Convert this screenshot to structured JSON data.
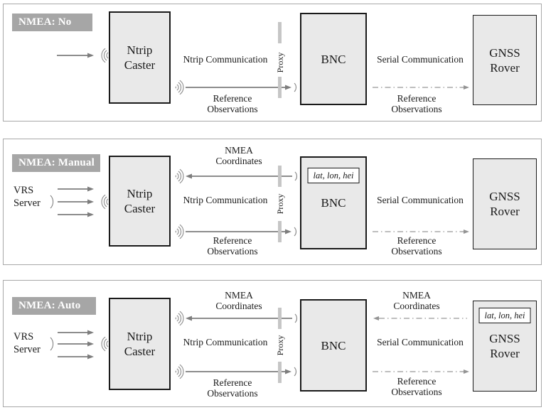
{
  "colors": {
    "panel_border": "#a8a8a8",
    "node_fill": "#e9e9e9",
    "node_border": "#1a1a1a",
    "badge_bg": "#a6a6a6",
    "badge_text": "#ffffff",
    "solid_arrow": "#7d7d7d",
    "dash_dot_arrow": "#979797",
    "proxy_bar": "#c6c6c6",
    "wifi_icon": "#8a8a8a"
  },
  "panels": [
    {
      "badge": "NMEA: No",
      "caster": "Ntrip Caster",
      "bnc": "BNC",
      "rover": "GNSS Rover",
      "proxy": "Proxy",
      "ntrip_link": "Ntrip Communication",
      "serial_link": "Serial Communication",
      "ref_obs_left": "Reference Observations",
      "ref_obs_right": "Reference Observations"
    },
    {
      "badge": "NMEA: Manual",
      "vrs": "VRS Server",
      "caster": "Ntrip Caster",
      "bnc": "BNC",
      "bnc_coords": "lat, lon, hei",
      "rover": "GNSS Rover",
      "proxy": "Proxy",
      "nmea_coords_left": "NMEA Coordinates",
      "ntrip_link": "Ntrip Communication",
      "serial_link": "Serial Communication",
      "ref_obs_left": "Reference Observations",
      "ref_obs_right": "Reference Observations"
    },
    {
      "badge": "NMEA: Auto",
      "vrs": "VRS Server",
      "caster": "Ntrip Caster",
      "bnc": "BNC",
      "rover": "GNSS Rover",
      "rover_coords": "lat, lon, hei",
      "proxy": "Proxy",
      "nmea_coords_left": "NMEA Coordinates",
      "nmea_coords_right": "NMEA Coordinates",
      "ntrip_link": "Ntrip Communication",
      "serial_link": "Serial Communication",
      "ref_obs_left": "Reference Observations",
      "ref_obs_right": "Reference Observations"
    }
  ]
}
